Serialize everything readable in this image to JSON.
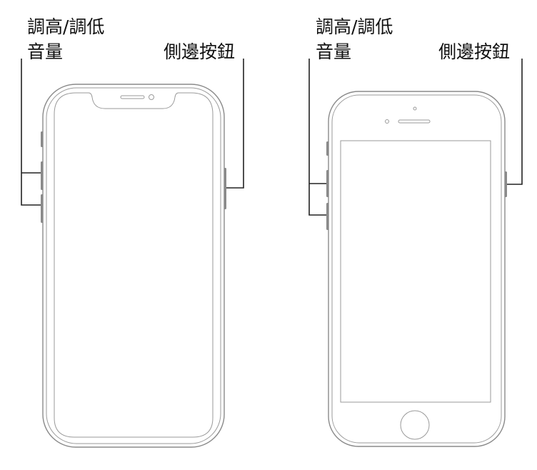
{
  "left_phone": {
    "volume_label_line1": "調高/調低",
    "volume_label_line2": "音量",
    "side_button_label": "側邊按鈕"
  },
  "right_phone": {
    "volume_label_line1": "調高/調低",
    "volume_label_line2": "音量",
    "side_button_label": "側邊按鈕"
  },
  "caption": ""
}
